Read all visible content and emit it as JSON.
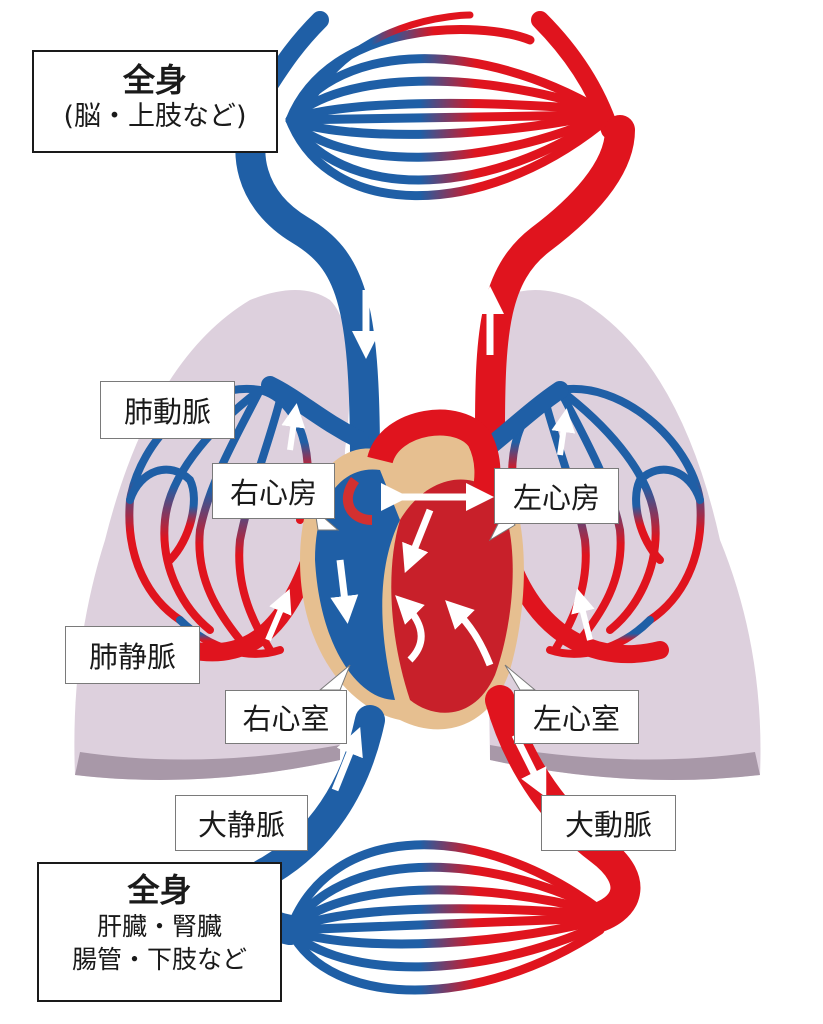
{
  "colors": {
    "vein": "#1f5fa6",
    "artery": "#e0141e",
    "lung": "#ddd0dd",
    "lung_shadow": "#a898a8",
    "heart_outline": "#e6bf90",
    "arrow": "#ffffff"
  },
  "upper_body": {
    "title": "全身",
    "subtitle": "(脳・上肢など)"
  },
  "lower_body": {
    "title": "全身",
    "line1": "肝臓・腎臓",
    "line2": "腸管・下肢など"
  },
  "labels": {
    "pulmonary_artery": "肺動脈",
    "right_atrium": "右心房",
    "left_atrium": "左心房",
    "pulmonary_vein": "肺静脈",
    "right_ventricle": "右心室",
    "left_ventricle": "左心室",
    "vena_cava": "大静脈",
    "aorta": "大動脈"
  }
}
